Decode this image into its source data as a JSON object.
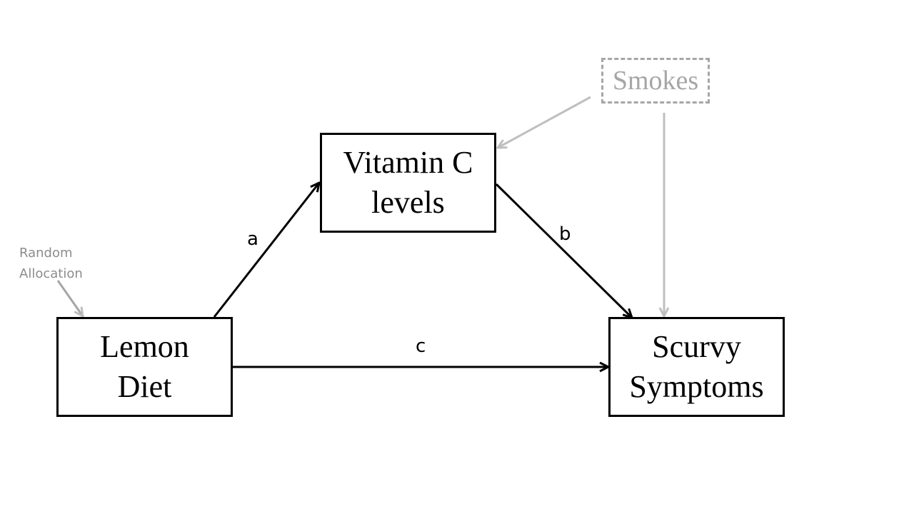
{
  "diagram": {
    "nodes": {
      "lemon_diet": "Lemon\nDiet",
      "vitamin_c": "Vitamin C\nlevels",
      "scurvy": "Scurvy\nSymptoms",
      "smokes": "Smokes"
    },
    "annotation": "Random\nAllocation",
    "edges": [
      {
        "from": "lemon_diet",
        "to": "vitamin_c",
        "label": "a",
        "style": "solid"
      },
      {
        "from": "vitamin_c",
        "to": "scurvy",
        "label": "b",
        "style": "solid"
      },
      {
        "from": "lemon_diet",
        "to": "scurvy",
        "label": "c",
        "style": "solid"
      },
      {
        "from": "smokes",
        "to": "vitamin_c",
        "label": "",
        "style": "grey"
      },
      {
        "from": "smokes",
        "to": "scurvy",
        "label": "",
        "style": "grey"
      },
      {
        "from": "annotation",
        "to": "lemon_diet",
        "label": "",
        "style": "grey"
      }
    ],
    "colors": {
      "primary": "#000000",
      "confounder": "#a6a6a6",
      "annotation": "#8c8c8c"
    }
  }
}
